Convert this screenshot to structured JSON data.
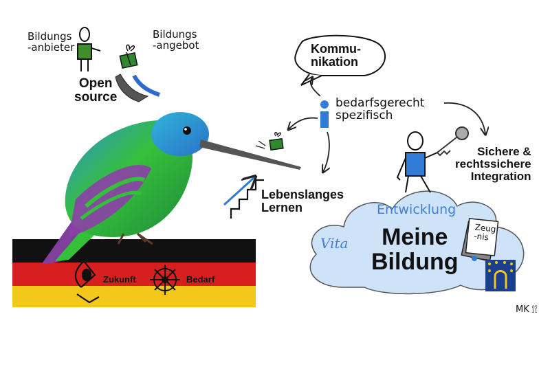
{
  "labels": {
    "bildungs_anbieter": [
      "Bildungs",
      "-anbieter"
    ],
    "bildungs_angebot": [
      "Bildungs",
      "-angebot"
    ],
    "open_source": [
      "Open",
      "source"
    ],
    "kommunikation": [
      "Kommu-",
      "nikation"
    ],
    "info": [
      "bedarfsgerecht",
      "spezifisch"
    ],
    "sichere": [
      "Sichere &",
      "rechtssichere",
      "Integration"
    ],
    "lebenslanges": [
      "Lebenslanges",
      "Lernen"
    ],
    "entwicklung": "Entwicklung",
    "vita": "Vita",
    "meine_bildung": [
      "Meine",
      "Bildung"
    ],
    "zeugnis": [
      "Zeug",
      "-nis"
    ],
    "zukunft": "Zukunft",
    "bedarf": "Bedarf",
    "signature": "MK",
    "signature_date": [
      "05",
      "21"
    ]
  },
  "icons": [
    "person-icon",
    "gift-icon",
    "hill-icon",
    "speech-bubble-icon",
    "info-icon",
    "key-icon",
    "stairs-icon",
    "arrow-up-icon",
    "cloud-icon",
    "certificate-icon",
    "eu-lock-icon",
    "eye-icon",
    "compass-wheel-icon",
    "hummingbird-icon",
    "german-flag-icon"
  ],
  "colors": {
    "flag_black": "#111111",
    "flag_red": "#d71f1f",
    "flag_gold": "#f3c81b",
    "cloud": "#cfe3f8",
    "accent_blue": "#3f7fd6",
    "eu_blue": "#1a3f8f",
    "bird_green": "#35c03a",
    "bird_blue": "#2f8fd8",
    "bird_purple": "#8c3fa8"
  }
}
